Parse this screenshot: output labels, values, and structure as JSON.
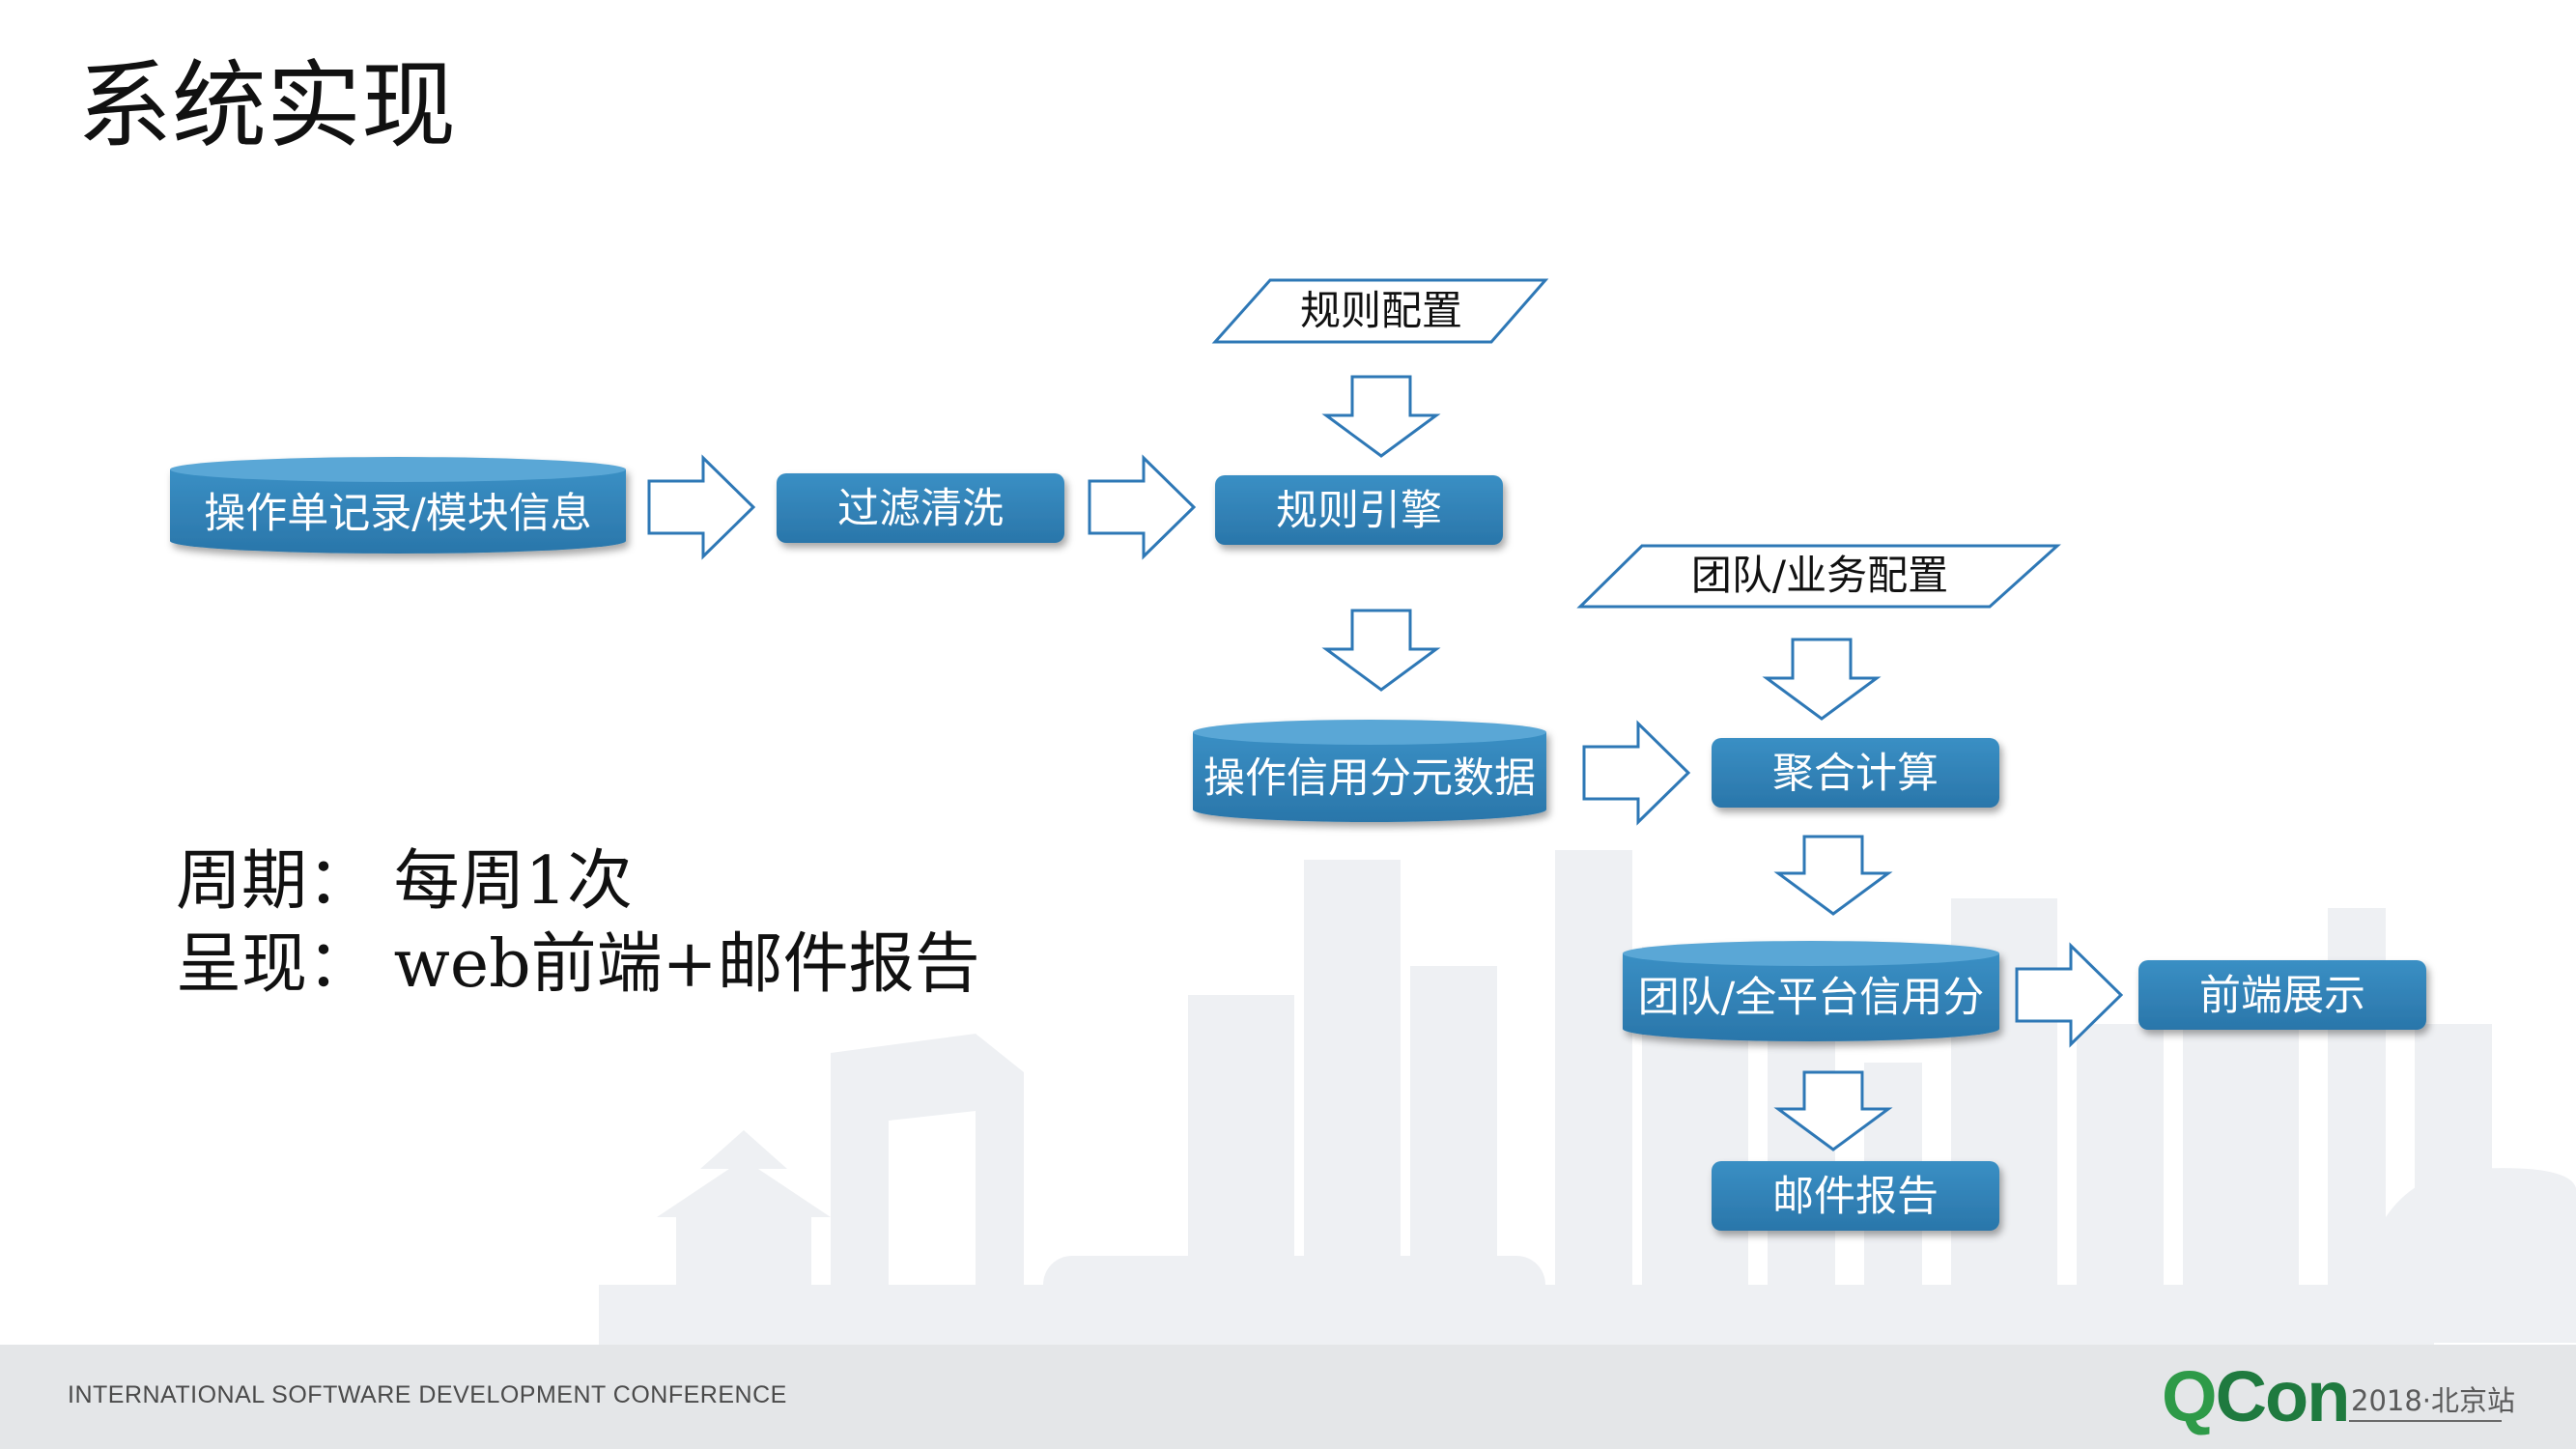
{
  "title": "系统实现",
  "diagram": {
    "nodes": {
      "op_records": "操作单记录/模块信息",
      "filter": "过滤清洗",
      "rule_config": "规则配置",
      "rule_engine": "规则引擎",
      "team_config": "团队/业务配置",
      "credit_meta": "操作信用分元数据",
      "aggregate": "聚合计算",
      "team_platform_score": "团队/全平台信用分",
      "frontend": "前端展示",
      "email_report": "邮件报告"
    }
  },
  "notes": {
    "period": "周期：  每周1次",
    "presentation": "呈现：  web前端+邮件报告"
  },
  "footer": {
    "conference": "INTERNATIONAL SOFTWARE DEVELOPMENT CONFERENCE",
    "brand_q": "Q",
    "brand_rest": "Con",
    "edition": "2018·北京站"
  },
  "colors": {
    "node_fill": "#2e80b2",
    "node_text": "#ffffff",
    "arrow_stroke": "#2e78b6",
    "skyline": "#eef0f3",
    "footer_bg": "#e4e6e8",
    "brand_green": "#1f7a3f"
  }
}
